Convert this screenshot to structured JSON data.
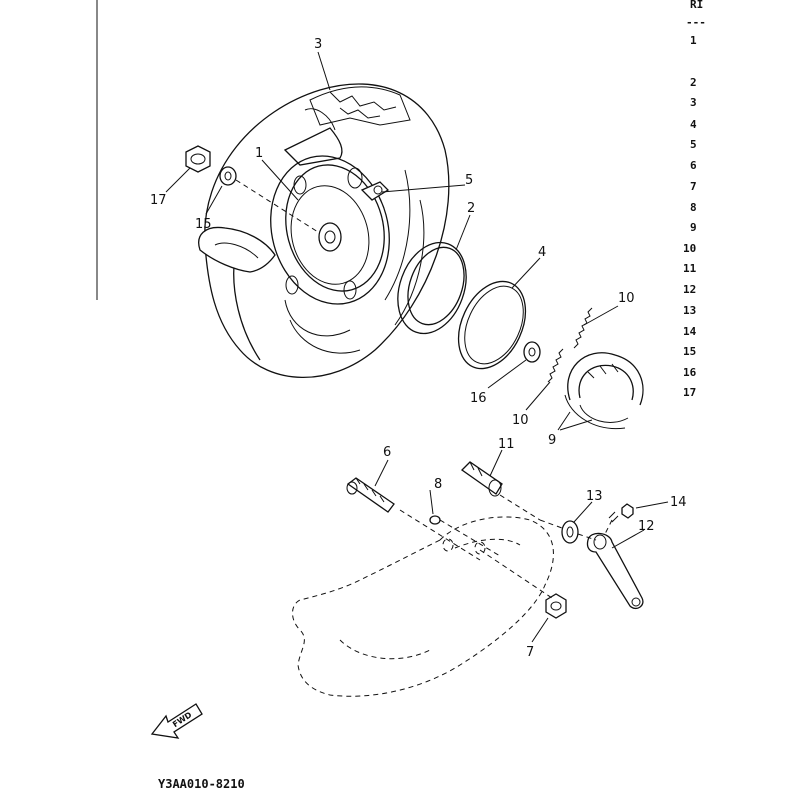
{
  "table": {
    "header_fragment": "RI",
    "rule": "---",
    "ref_numbers": [
      "1",
      "2",
      "3",
      "4",
      "5",
      "6",
      "7",
      "8",
      "9",
      "10",
      "11",
      "12",
      "13",
      "14",
      "15",
      "16",
      "17"
    ]
  },
  "callouts": [
    "1",
    "2",
    "3",
    "4",
    "5",
    "6",
    "7",
    "8",
    "9",
    "10",
    "10",
    "11",
    "12",
    "13",
    "14",
    "15",
    "16",
    "17"
  ],
  "figure_code": "Y3AA010-8210",
  "direction_arrow_text": "FWD"
}
